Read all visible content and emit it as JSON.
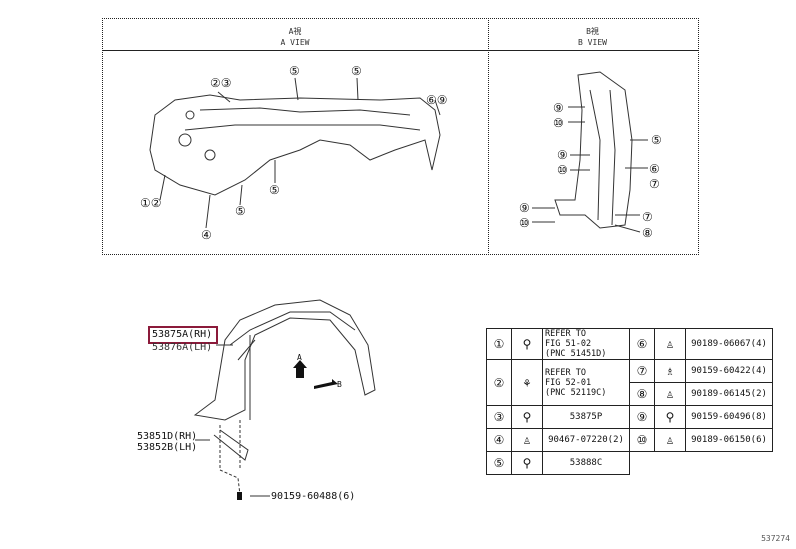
{
  "views": {
    "a": {
      "title_jp": "A視",
      "title_en": "A VIEW",
      "callouts": [
        "②③",
        "⑤",
        "⑤",
        "⑥⑨",
        "①②",
        "⑤",
        "⑤",
        "④"
      ]
    },
    "b": {
      "title_jp": "B視",
      "title_en": "B VIEW",
      "callouts": [
        "⑨",
        "⑩",
        "⑤",
        "⑨",
        "⑩",
        "⑥",
        "⑦",
        "⑨",
        "⑩",
        "⑦",
        "⑧"
      ]
    }
  },
  "main": {
    "part_rh": "53875A(RH)",
    "part_lh": "53876A(LH)",
    "bracket_rh": "53851D(RH)",
    "bracket_lh": "53852B(LH)",
    "screw": "90159-60488(6)",
    "arrow_a": "A",
    "arrow_b": "B"
  },
  "legend": [
    {
      "num": "①",
      "icon": "screw-icon",
      "text": [
        "REFER TO",
        "FIG 51-02",
        "(PNC 51451D)"
      ]
    },
    {
      "num": "②",
      "icon": "clip-icon",
      "text": [
        "REFER TO",
        "FIG 52-01",
        "(PNC 52119C)"
      ]
    },
    {
      "num": "③",
      "icon": "clip-icon",
      "text": "53875P"
    },
    {
      "num": "④",
      "icon": "clip-icon",
      "text": "90467-07220(2)"
    },
    {
      "num": "⑤",
      "icon": "clip-icon",
      "text": "53888C"
    },
    {
      "num": "⑥",
      "icon": "nut-icon",
      "text": "90189-06067(4)"
    },
    {
      "num": "⑦",
      "icon": "bolt-icon",
      "text": "90159-60422(4)"
    },
    {
      "num": "⑧",
      "icon": "nut-icon",
      "text": "90189-06145(2)"
    },
    {
      "num": "⑨",
      "icon": "screw-icon",
      "text": "90159-60496(8)"
    },
    {
      "num": "⑩",
      "icon": "nut-icon",
      "text": "90189-06150(6)"
    }
  ],
  "figure_number": "537274"
}
